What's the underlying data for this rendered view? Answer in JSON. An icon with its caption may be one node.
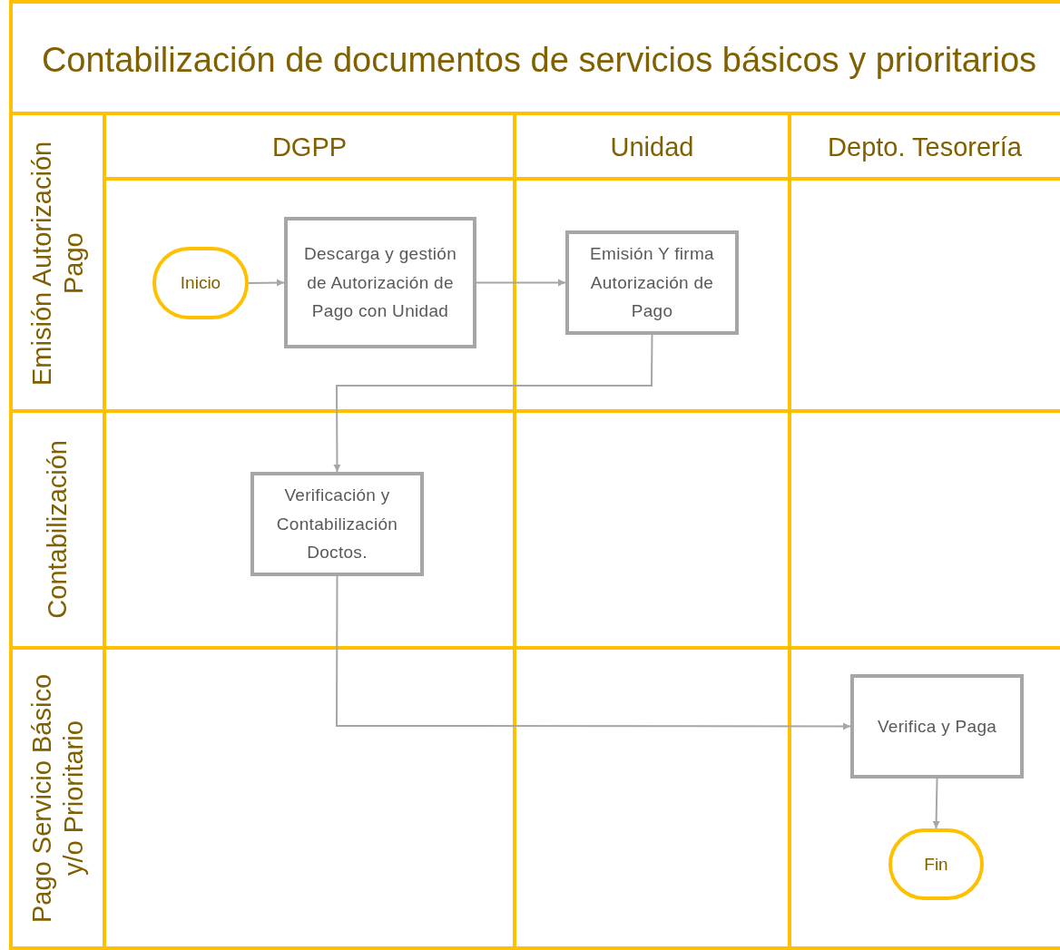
{
  "diagram": {
    "title": "Contabilización de documentos de servicios básicos y prioritarios",
    "nodes": [
      {
        "text": [
          "DGPP"
        ]
      },
      {
        "text": [
          "Unidad"
        ]
      },
      {
        "text": [
          "Depto. Tesorería"
        ]
      },
      {
        "text": [
          "Emisión Autorización Pago"
        ]
      },
      {
        "text": [
          "Contabilización"
        ]
      },
      {
        "text": [
          "Pago Servicio Básico y/o Prioritario"
        ]
      },
      {
        "text": [
          "Inicio"
        ]
      },
      {
        "text": [
          "Descarga y gestión de Autorización de Pago con Unidad"
        ]
      },
      {
        "text": [
          "Emisión Y firma Autorización de Pago"
        ]
      },
      {
        "text": [
          "Verificación y Contabilización Doctos."
        ]
      },
      {
        "text": [
          "Verifica y Paga"
        ]
      },
      {
        "text": [
          "Fin"
        ]
      }
    ],
    "edges": [
      {
        "from": 6,
        "to": 7,
        "arrow": "to"
      },
      {
        "from": 7,
        "to": 8,
        "arrow": "to"
      },
      {
        "from": 8,
        "to": 9,
        "arrow": "to"
      },
      {
        "from": 9,
        "to": 10,
        "arrow": "to"
      },
      {
        "from": 10,
        "to": 11,
        "arrow": "to"
      }
    ]
  }
}
